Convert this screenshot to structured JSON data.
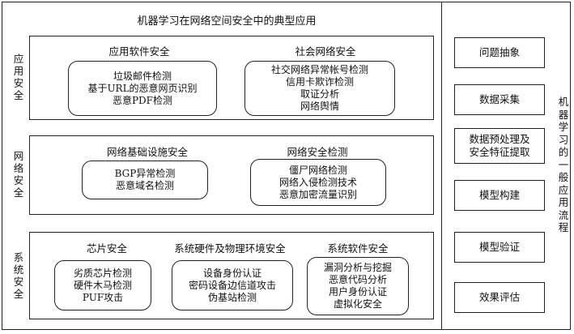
{
  "title": "机器学习在网络空间安全中的典型应用",
  "layers": [
    {
      "label": "应用安全",
      "groups": [
        {
          "title": "应用软件安全",
          "items": [
            "垃圾邮件检测",
            "基于URL的恶意网页识别",
            "恶意PDF检测"
          ]
        },
        {
          "title": "社会网络安全",
          "items": [
            "社交网络异常帐号检测",
            "信用卡欺诈检测",
            "取证分析",
            "网络舆情"
          ]
        }
      ]
    },
    {
      "label": "网络安全",
      "groups": [
        {
          "title": "网络基础设施安全",
          "items": [
            "BGP异常检测",
            "恶意域名检测"
          ]
        },
        {
          "title": "网络安全检测",
          "items": [
            "僵尸网络检测",
            "网络入侵检测技术",
            "恶意加密流量识别"
          ]
        }
      ]
    },
    {
      "label": "系统安全",
      "groups": [
        {
          "title": "芯片安全",
          "items": [
            "劣质芯片检测",
            "硬件木马检测",
            "PUF攻击"
          ]
        },
        {
          "title": "系统硬件及物理环境安全",
          "items": [
            "设备身份认证",
            "密码设备边信道攻击",
            "伪基站检测"
          ]
        },
        {
          "title": "系统软件安全",
          "items": [
            "漏洞分析与挖掘",
            "恶意代码分析",
            "用户身份认证",
            "虚拟化安全"
          ]
        }
      ]
    }
  ],
  "process": {
    "label": "机器学习的一般应用流程",
    "steps": [
      [
        "问题抽象"
      ],
      [
        "数据采集"
      ],
      [
        "数据预处理及",
        "安全特征提取"
      ],
      [
        "模型构建"
      ],
      [
        "模型验证"
      ],
      [
        "效果评估"
      ]
    ]
  }
}
